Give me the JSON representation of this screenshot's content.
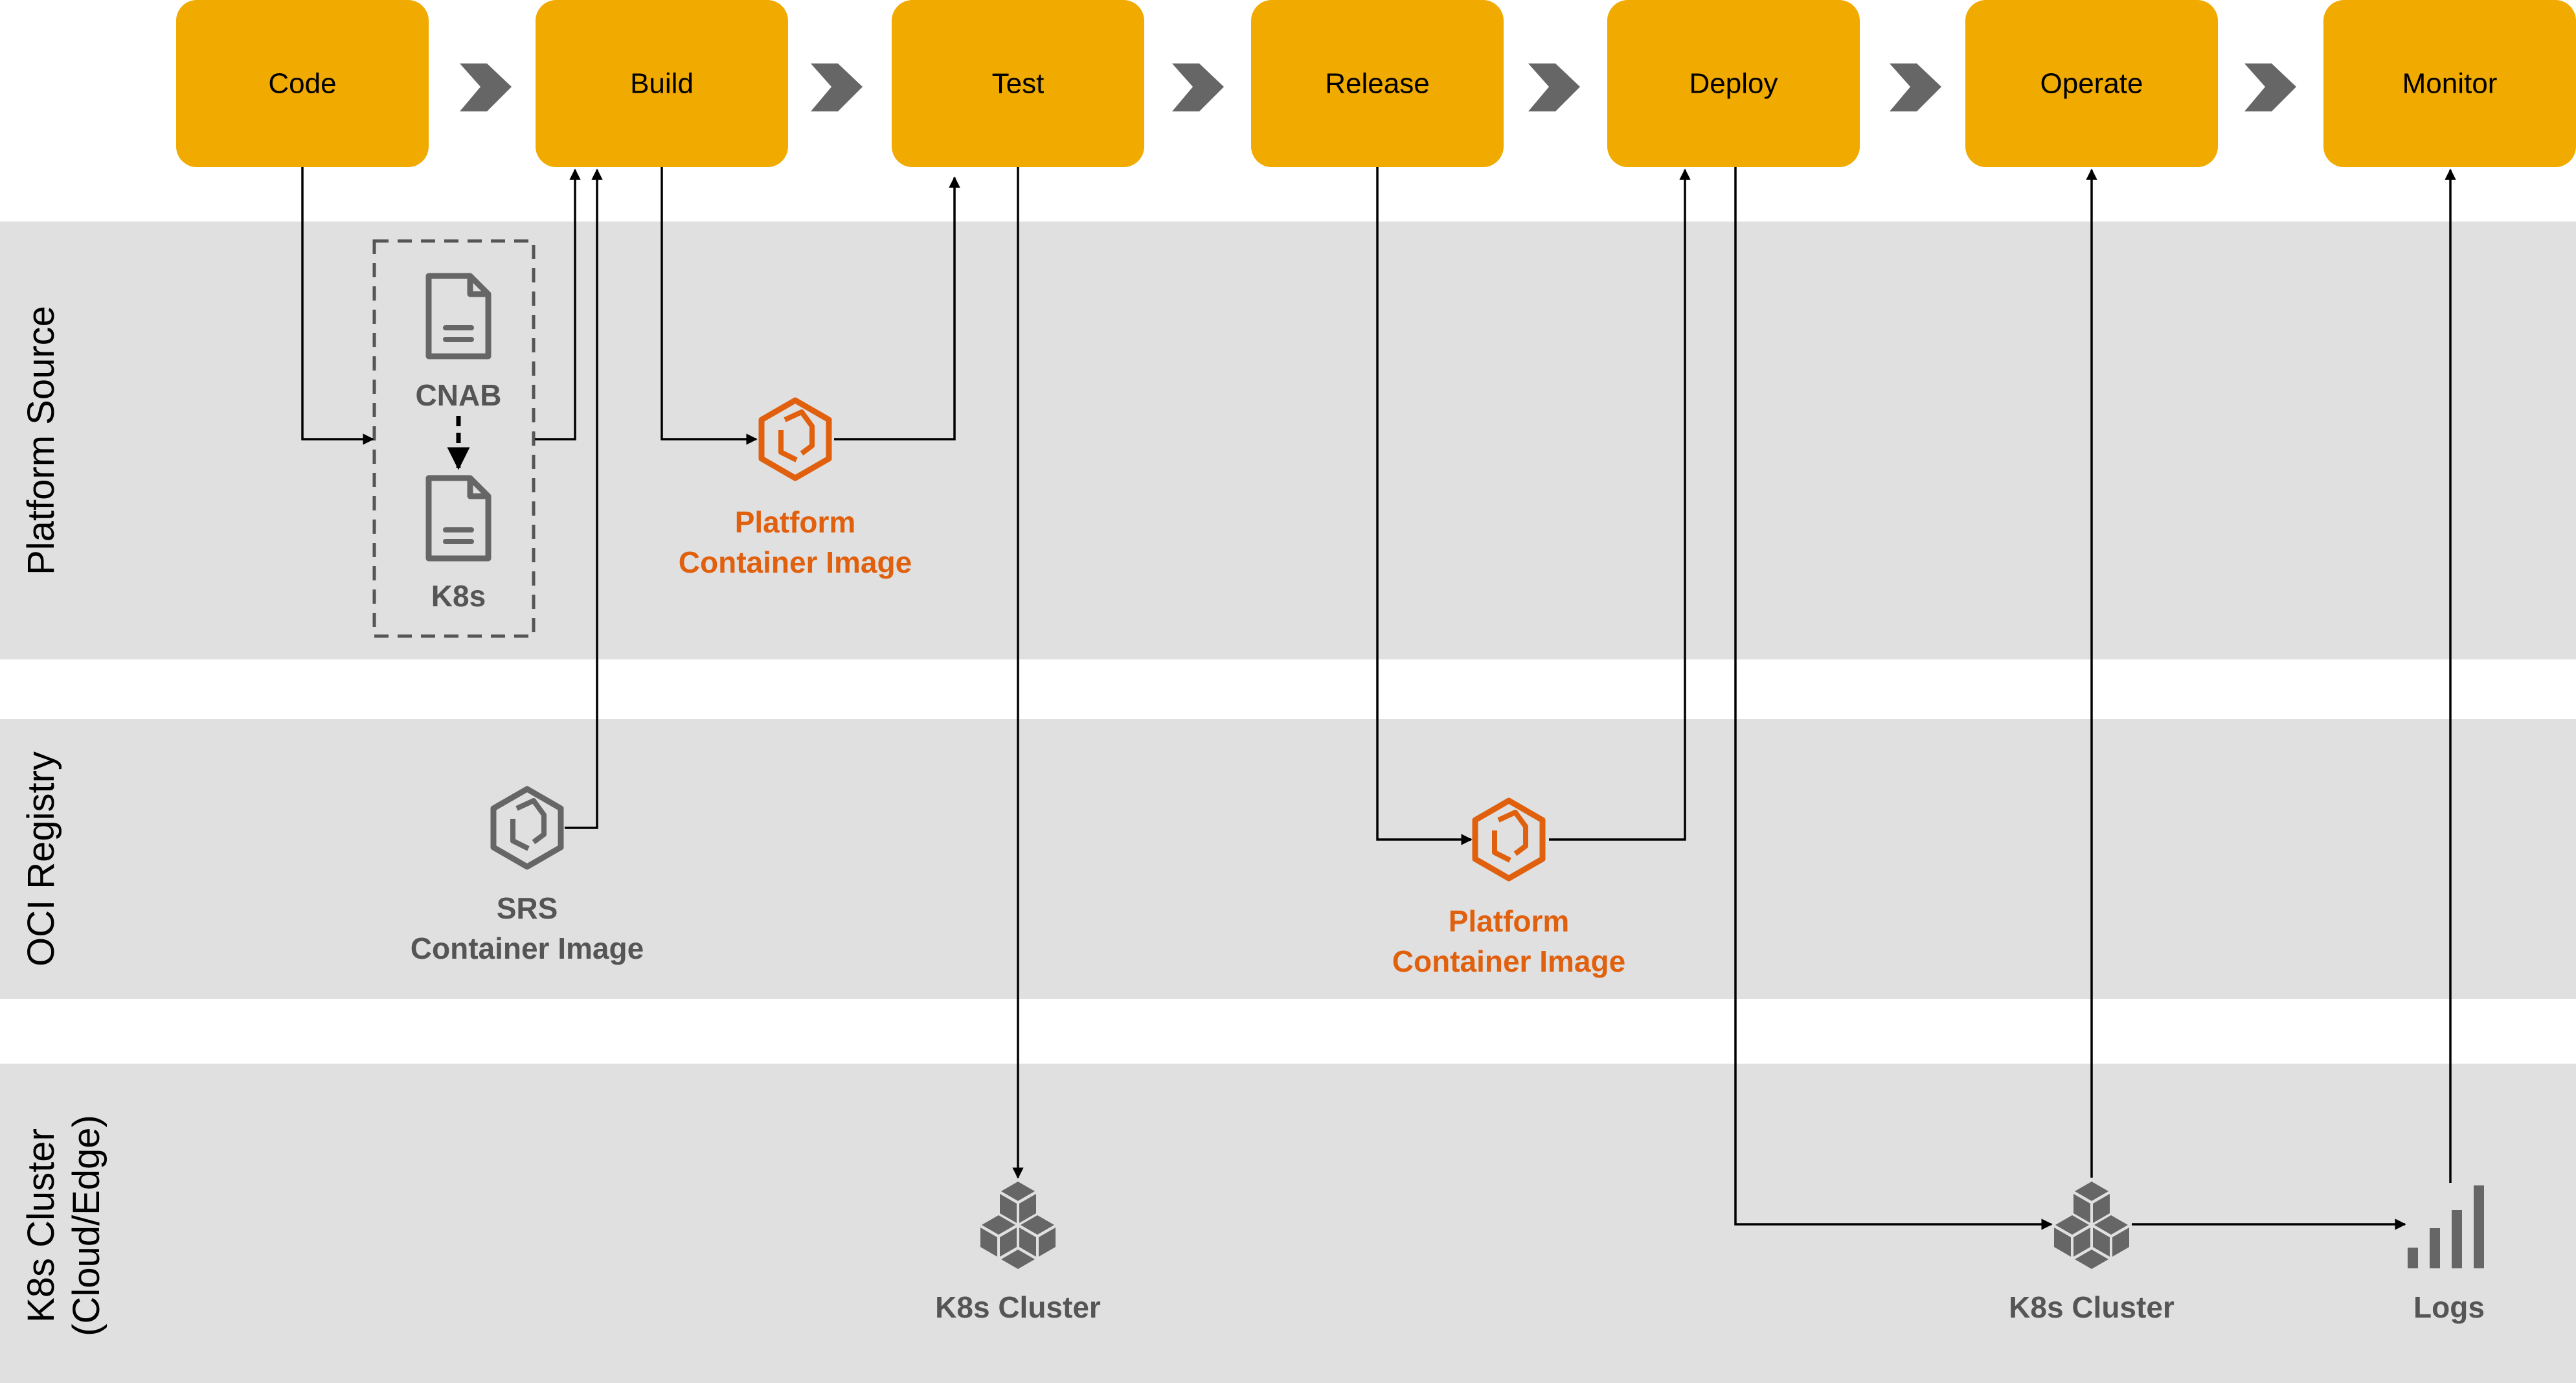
{
  "stages": [
    "Code",
    "Build",
    "Test",
    "Release",
    "Deploy",
    "Operate",
    "Monitor"
  ],
  "lanes": {
    "platform_source": "Platform Source",
    "oci_registry": "OCI Registry",
    "k8s_cluster_line1": "K8s Cluster",
    "k8s_cluster_line2": "(Cloud/Edge)"
  },
  "items": {
    "cnab": "CNAB",
    "k8s": "K8s",
    "platform_image_build_line1": "Platform",
    "platform_image_build_line2": "Container Image",
    "srs_image_line1": "SRS",
    "srs_image_line2": "Container Image",
    "platform_image_release_line1": "Platform",
    "platform_image_release_line2": "Container Image",
    "k8s_cluster_test": "K8s Cluster",
    "k8s_cluster_operate": "K8s Cluster",
    "logs": "Logs"
  },
  "colors": {
    "stage_fill": "#f0aa00",
    "lane_band": "#e0e0e0",
    "accent_orange": "#e0600e",
    "icon_grey": "#666666"
  },
  "icons": {
    "stage_separator": "chevron-arrow-icon",
    "document": "document-icon",
    "container_image": "container-image-icon",
    "cluster": "k8s-cluster-icon",
    "logs": "bar-chart-icon"
  }
}
